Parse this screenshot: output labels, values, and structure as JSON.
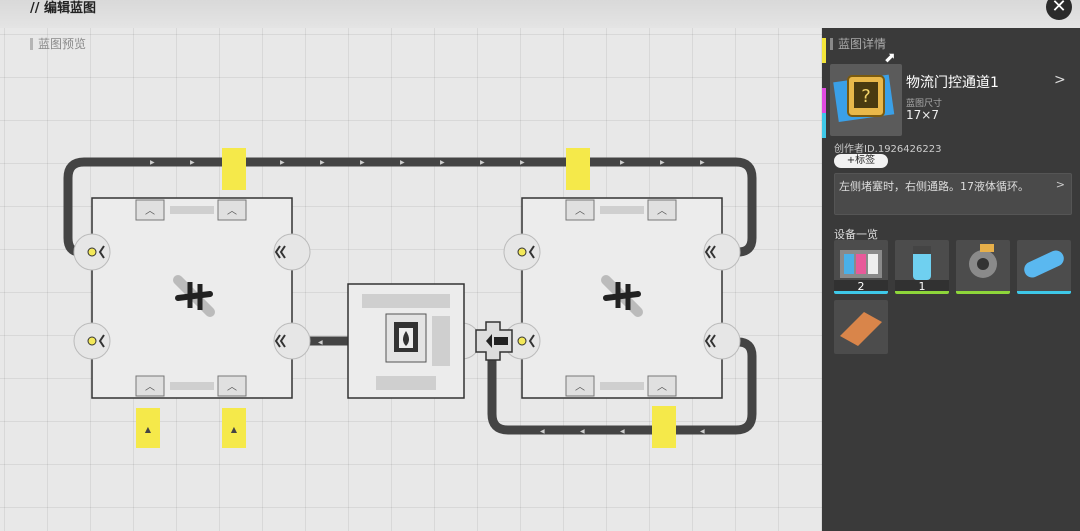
{
  "header": {
    "title": "// 编辑蓝图",
    "close_icon": "✕"
  },
  "preview": {
    "label": "蓝图预览"
  },
  "details": {
    "label": "蓝图详情",
    "name": "物流门控通道1",
    "size_label": "蓝图尺寸",
    "size": "17×7",
    "author": "创作者ID.1926426223",
    "tag_button": "+标签",
    "description": "左侧堵塞时，右侧通路。17液体循环。",
    "equipment_title": "设备一览",
    "strip_colors": [
      "#f3e53a",
      "#e04be0",
      "#3ec8e8",
      "#3a3a3a"
    ],
    "equipment": [
      {
        "icon": "sorter-machine-icon",
        "count": "2",
        "bar": "#3ec8e8"
      },
      {
        "icon": "liquid-tank-icon",
        "count": "1",
        "bar": "#8ed63a"
      },
      {
        "icon": "junction-icon",
        "count": "",
        "bar": "#8ed63a"
      },
      {
        "icon": "pipe-segment-icon",
        "count": "",
        "bar": "#3ec8e8"
      },
      {
        "icon": "floor-tile-icon",
        "count": "",
        "bar": ""
      }
    ]
  },
  "colors": {
    "belt": "#444444",
    "port": "#f3e85a",
    "accent_yellow": "#f5e94a"
  }
}
